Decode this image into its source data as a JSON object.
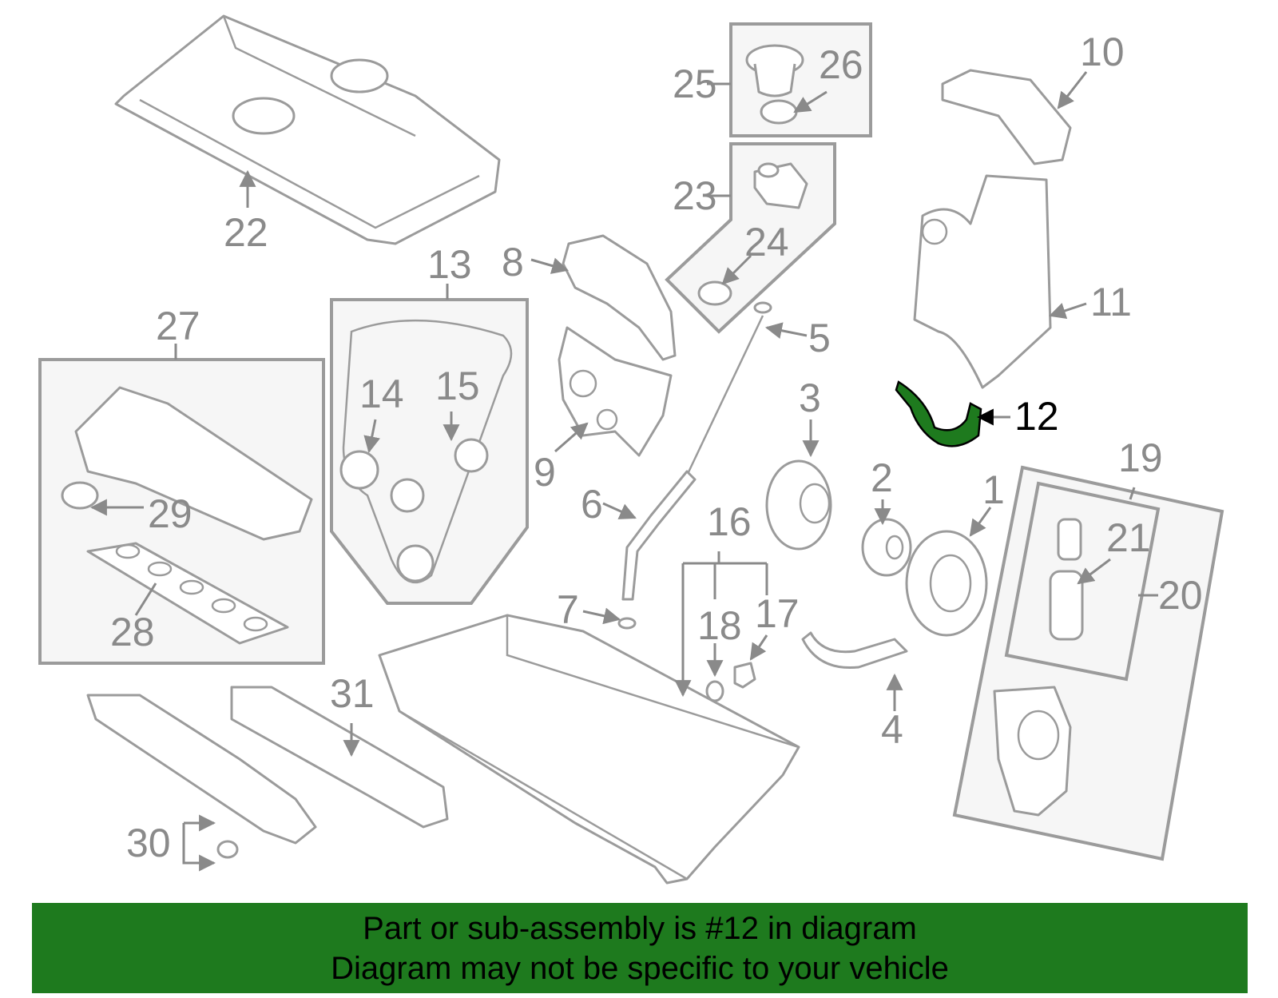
{
  "labels": {
    "p1": "1",
    "p2": "2",
    "p3": "3",
    "p4": "4",
    "p5": "5",
    "p6": "6",
    "p7": "7",
    "p8": "8",
    "p9": "9",
    "p10": "10",
    "p11": "11",
    "p12": "12",
    "p13": "13",
    "p14": "14",
    "p15": "15",
    "p16": "16",
    "p17": "17",
    "p18": "18",
    "p19": "19",
    "p20": "20",
    "p21": "21",
    "p22": "22",
    "p23": "23",
    "p24": "24",
    "p25": "25",
    "p26": "26",
    "p27": "27",
    "p28": "28",
    "p29": "29",
    "p30": "30",
    "p31": "31"
  },
  "highlighted_part": "12",
  "colors": {
    "highlight": "#1e7a1e",
    "line": "#9b9b9b",
    "label": "#8a8a8a"
  },
  "banner": {
    "line1": "Part or sub-assembly is #12 in diagram",
    "line2": "Diagram may not be specific to your vehicle"
  }
}
